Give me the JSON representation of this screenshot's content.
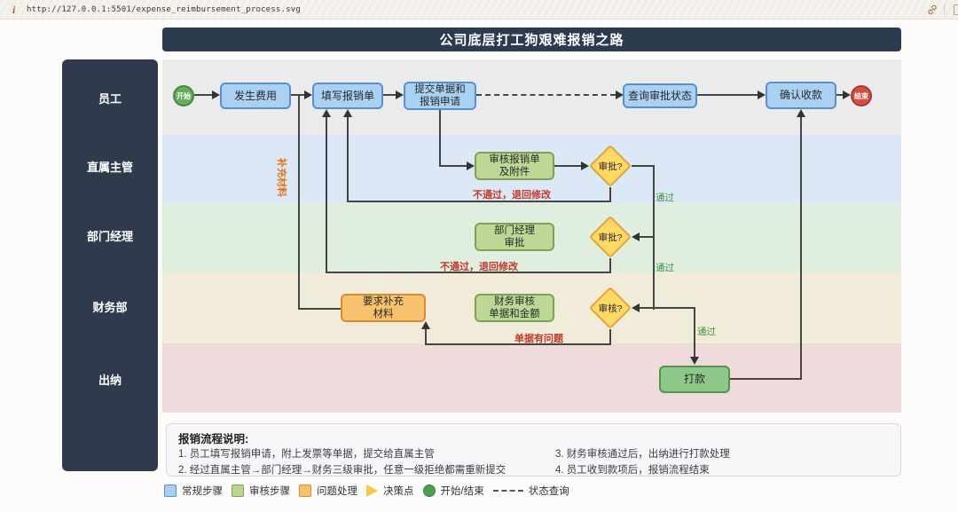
{
  "browser": {
    "url": "http://127.0.0.1:5501/expense_reimbursement_process.svg",
    "info_icon": "i"
  },
  "diagram": {
    "title": "公司底层打工狗艰难报销之路",
    "lanes": [
      {
        "label": "员工"
      },
      {
        "label": "直属主管"
      },
      {
        "label": "部门经理"
      },
      {
        "label": "财务部"
      },
      {
        "label": "出纳"
      }
    ],
    "nodes": {
      "start": "开始",
      "expense": "发生费用",
      "fill_form": "填写报销单",
      "submit": "提交单据和\n报销申请",
      "check_status": "查询审批状态",
      "confirm_receipt": "确认收款",
      "end": "结束",
      "supervisor_review": "审核报销单\n及附件",
      "supervisor_decision": "审批?",
      "manager_review": "部门经理\n审批",
      "manager_decision": "审批?",
      "request_materials": "要求补充\n材料",
      "finance_review": "财务审核\n单据和金额",
      "finance_decision": "审核?",
      "payment": "打款"
    },
    "edge_labels": {
      "pass1": "通过",
      "pass2": "通过",
      "pass3": "通过",
      "reject1": "不通过，退回修改",
      "reject2": "不通过，退回修改",
      "doc_issue": "单据有问题",
      "supplement": "补充材料"
    },
    "notes": {
      "title": "报销流程说明:",
      "items": [
        "1. 员工填写报销申请，附上发票等单据，提交给直属主管",
        "2. 经过直属主管→部门经理→财务三级审批，任意一级拒绝都需重新提交",
        "3. 财务审核通过后，出纳进行打款处理",
        "4. 员工收到款项后，报销流程结束"
      ]
    },
    "legend": {
      "items": [
        {
          "label": "常规步骤"
        },
        {
          "label": "审核步骤"
        },
        {
          "label": "问题处理"
        },
        {
          "label": "决策点"
        },
        {
          "label": "开始/结束"
        },
        {
          "label": "状态查询"
        }
      ]
    },
    "colors": {
      "regular_step": "#abd1f2",
      "review_step": "#bdd794",
      "problem_step": "#f7c26e",
      "decision": "#ffd966",
      "start_node": "#66ad5c",
      "end_node": "#d14f43",
      "title_bar": "#2d3b50",
      "lane_bands": [
        "#ebebeb",
        "#dce8f5",
        "#dfeedf",
        "#f1ecd9",
        "#f0dbdc"
      ],
      "pass_label": "#3f9143",
      "reject_label": "#c0392b",
      "supplement_label": "#e0731d"
    }
  }
}
